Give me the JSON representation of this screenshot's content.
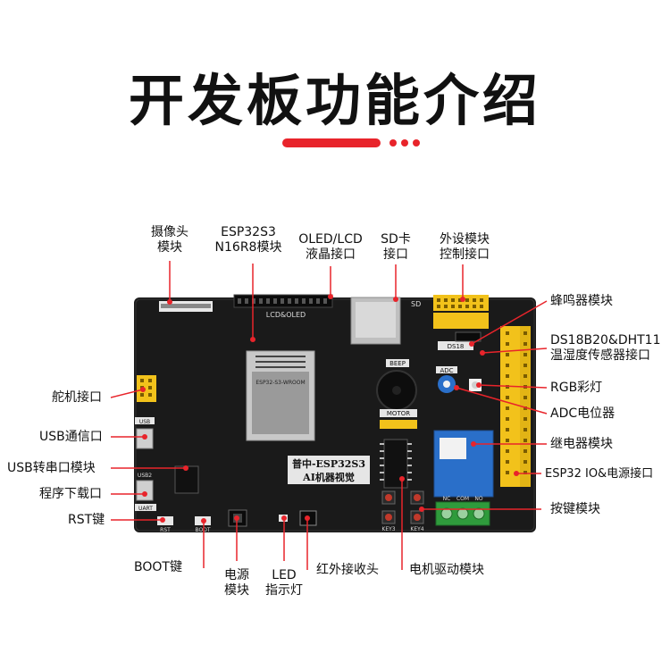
{
  "title": "开发板功能介绍",
  "board": {
    "chip_label": "ESP32-S3-WROOM",
    "lcd_silk": "LCD&OLED",
    "sd_silk": "SD",
    "beep_silk": "BEEP",
    "ds18_silk": "DS18",
    "adc_silk": "ADC",
    "motor_silk": "MOTOR",
    "usb_silk": "USB",
    "usb2_silk": "USB2",
    "uart_silk": "UART",
    "logo_line1": "普中-ESP32S3",
    "logo_line2": "AI机器视觉",
    "rst_silk": "RST",
    "boot_silk": "BOOT",
    "key3_silk": "KEY3",
    "key4_silk": "KEY4",
    "nc_silk": "NC",
    "com_silk": "COM",
    "no_silk": "NO"
  },
  "labels": {
    "camera_l1": "摄像头",
    "camera_l2": "模块",
    "esp_l1": "ESP32S3",
    "esp_l2": "N16R8模块",
    "oled_l1": "OLED/LCD",
    "oled_l2": "液晶接口",
    "sd_l1": "SD卡",
    "sd_l2": "接口",
    "periph_l1": "外设模块",
    "periph_l2": "控制接口",
    "buzzer": "蜂鸣器模块",
    "ds18_l1": "DS18B20&DHT11",
    "ds18_l2": "温湿度传感器接口",
    "rgb": "RGB彩灯",
    "adc": "ADC电位器",
    "relay": "继电器模块",
    "io": "ESP32 IO&电源接口",
    "keys": "按键模块",
    "motor": "电机驱动模块",
    "ir": "红外接收头",
    "led_l1": "LED",
    "led_l2": "指示灯",
    "power_l1": "电源",
    "power_l2": "模块",
    "boot": "BOOT键",
    "rst": "RST键",
    "download": "程序下载口",
    "usb_serial": "USB转串口模块",
    "usb_comm": "USB通信口",
    "servo": "舵机接口"
  },
  "colors": {
    "accent": "#e8242b",
    "board": "#1a1a1a",
    "header_yellow": "#f2c21b",
    "relay_blue": "#2a6fc9",
    "terminal_green": "#2f9b3c"
  }
}
